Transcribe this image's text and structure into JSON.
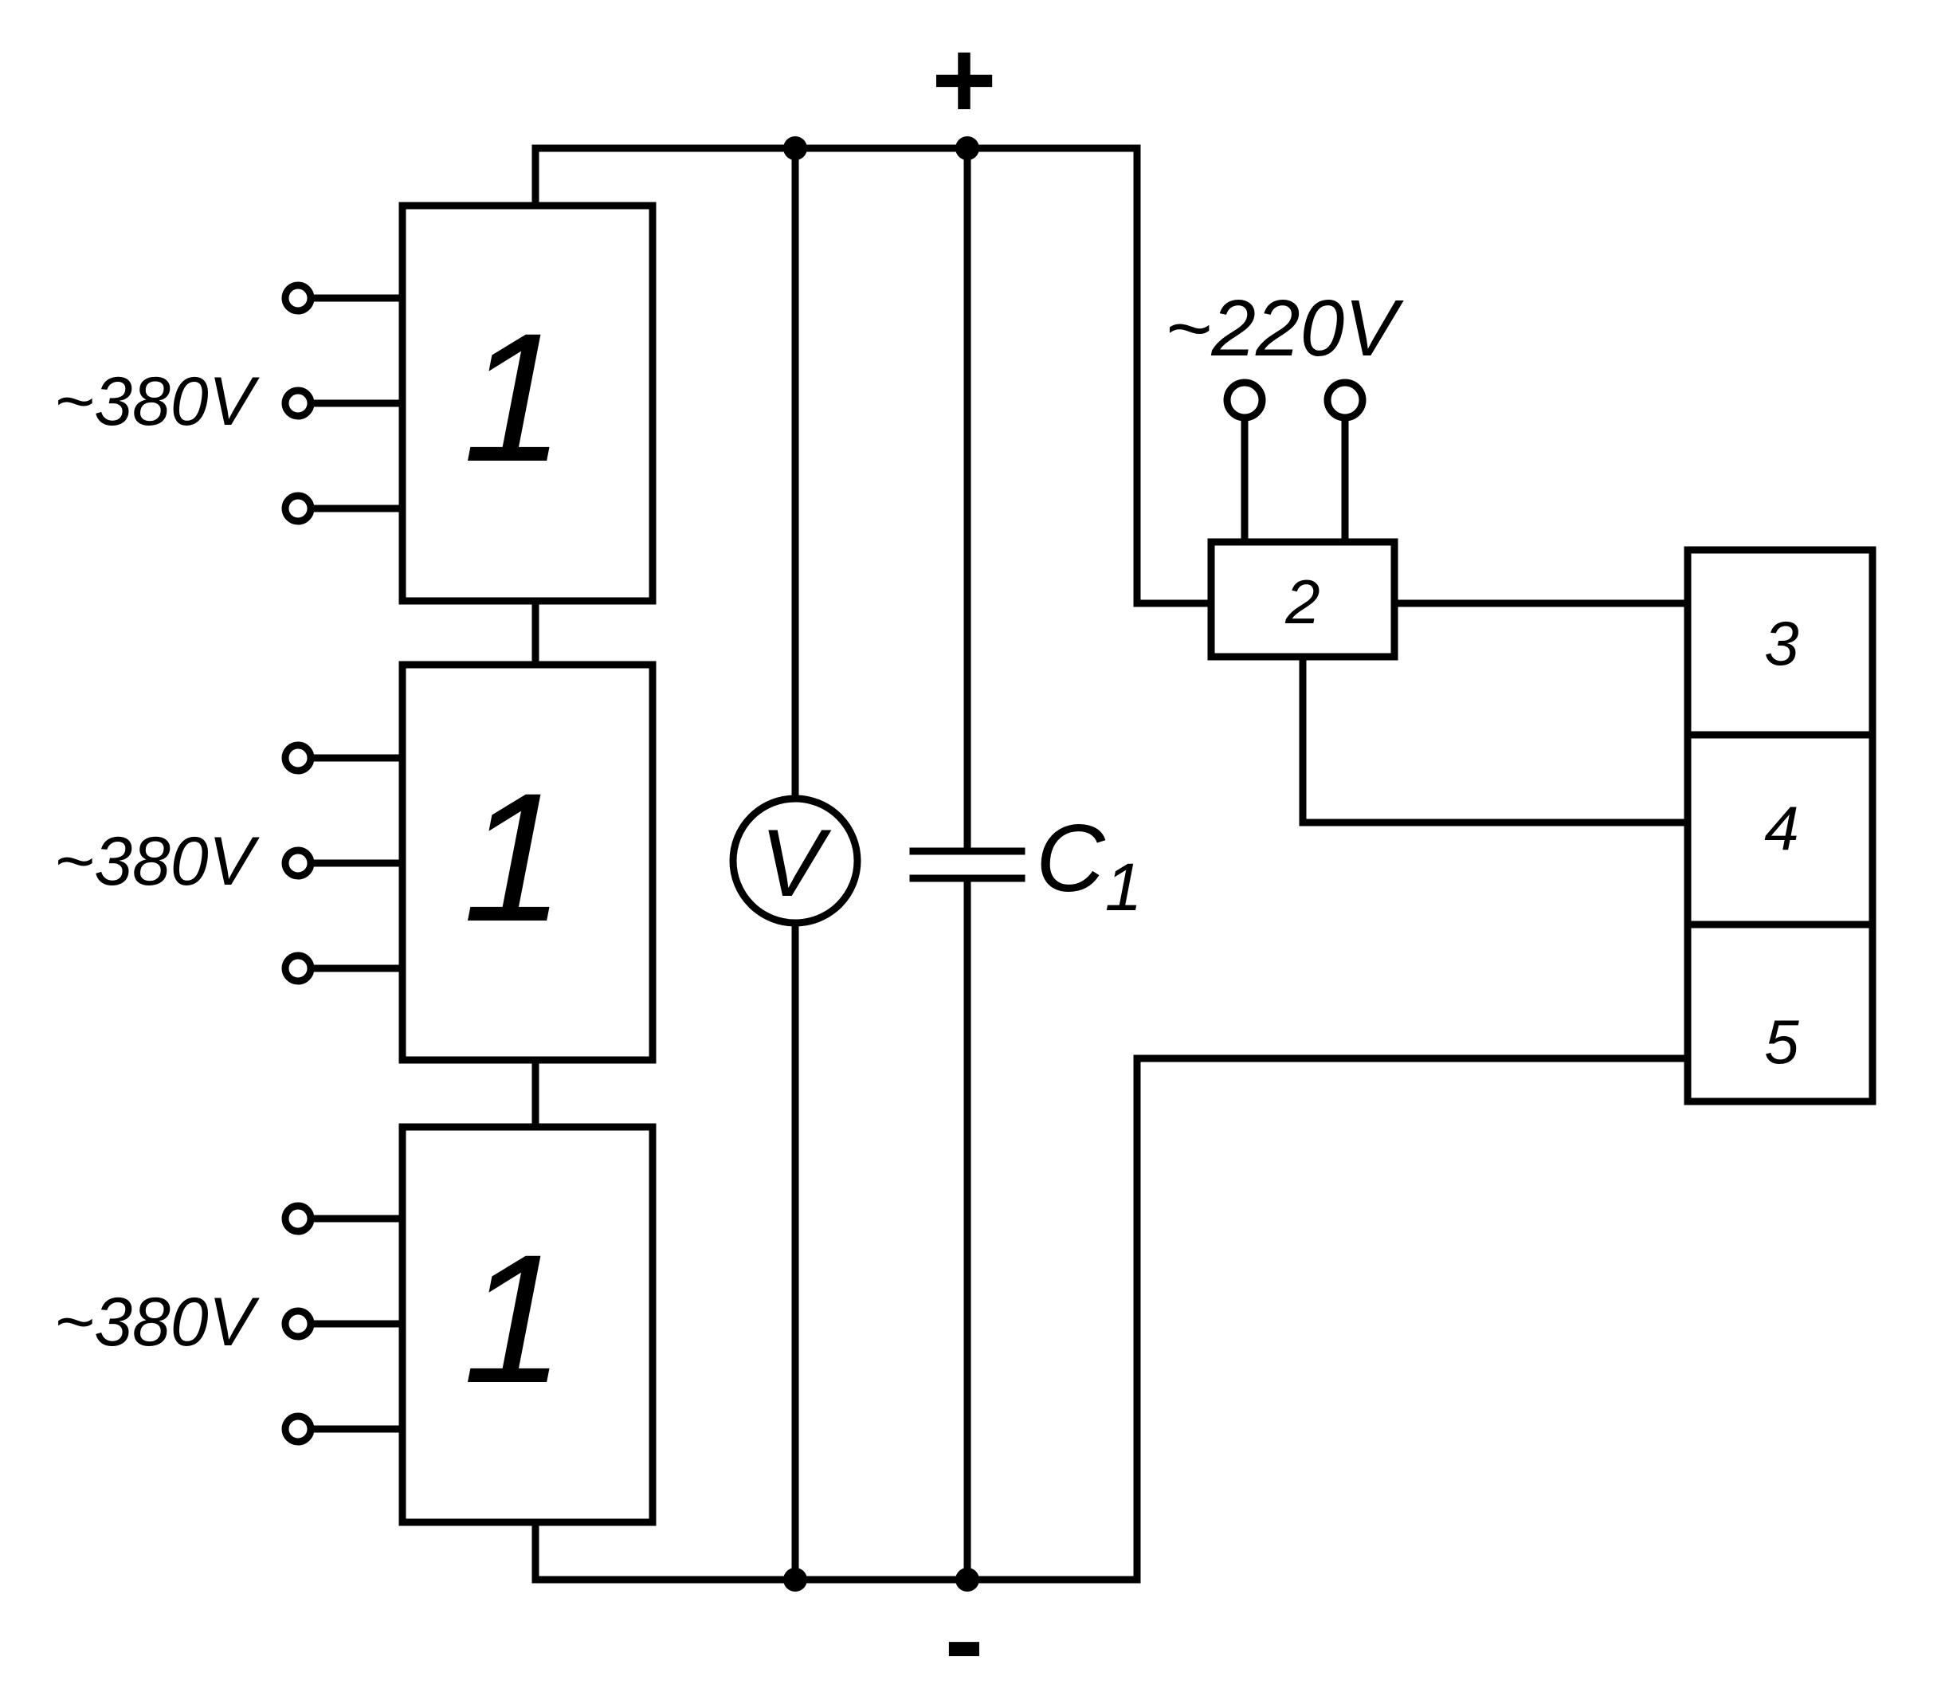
{
  "diagram": {
    "polarity": {
      "plus": "+",
      "minus": "-"
    },
    "rectifier_label": "1",
    "input_voltage": "~380V",
    "aux_supply_voltage": "~220V",
    "block_2_label": "2",
    "block_3_label": "3",
    "block_4_label": "4",
    "block_5_label": "5",
    "voltmeter_symbol": "V",
    "capacitor": {
      "letter": "C",
      "index": "1"
    }
  }
}
